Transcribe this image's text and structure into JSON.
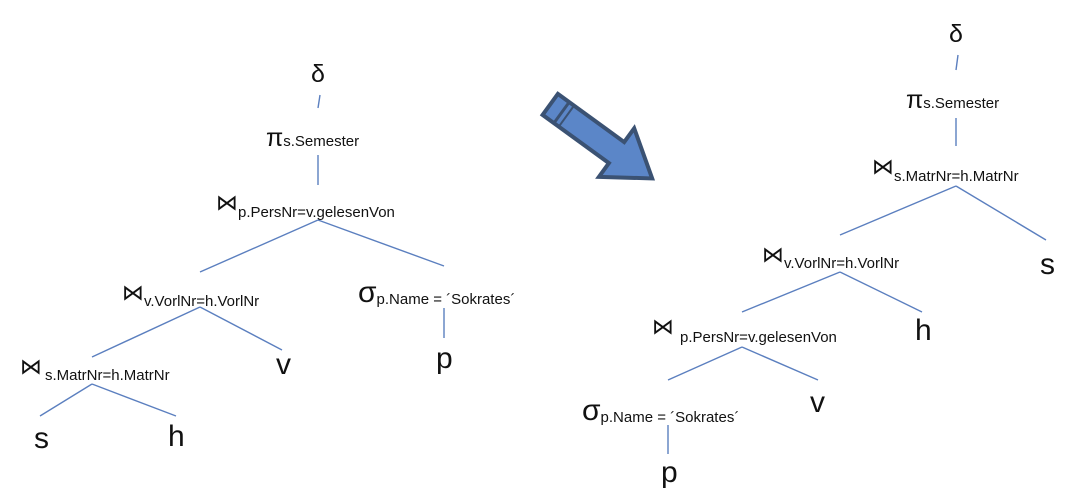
{
  "colors": {
    "edge": "#5b7fbf",
    "arrow_fill": "#5b86c8",
    "arrow_stroke": "#3b5273",
    "text": "#111111"
  },
  "left_tree": {
    "delta": "δ",
    "projection": {
      "symbol": "π",
      "subscript": "s.Semester"
    },
    "join_top": {
      "symbol": "⋈",
      "subscript": "p.PersNr=v.gelesenVon"
    },
    "join_mid": {
      "symbol": "⋈",
      "subscript": "v.VorlNr=h.VorlNr"
    },
    "selection": {
      "symbol": "σ",
      "subscript": "p.Name = ´Sokrates´"
    },
    "join_low": {
      "symbol": "⋈",
      "subscript": "s.MatrNr=h.MatrNr"
    },
    "leaf_s": "s",
    "leaf_h": "h",
    "leaf_v": "v",
    "leaf_p": "p"
  },
  "transform_arrow_icon": "block-arrow-icon",
  "right_tree": {
    "delta": "δ",
    "projection": {
      "symbol": "π",
      "subscript": "s.Semester"
    },
    "join_top": {
      "symbol": "⋈",
      "subscript": "s.MatrNr=h.MatrNr"
    },
    "join_mid": {
      "symbol": "⋈",
      "subscript": "v.VorlNr=h.VorlNr"
    },
    "join_low": {
      "symbol": "⋈",
      "subscript": "p.PersNr=v.gelesenVon"
    },
    "selection": {
      "symbol": "σ",
      "subscript": "p.Name = ´Sokrates´"
    },
    "leaf_s": "s",
    "leaf_h": "h",
    "leaf_v": "v",
    "leaf_p": "p"
  }
}
